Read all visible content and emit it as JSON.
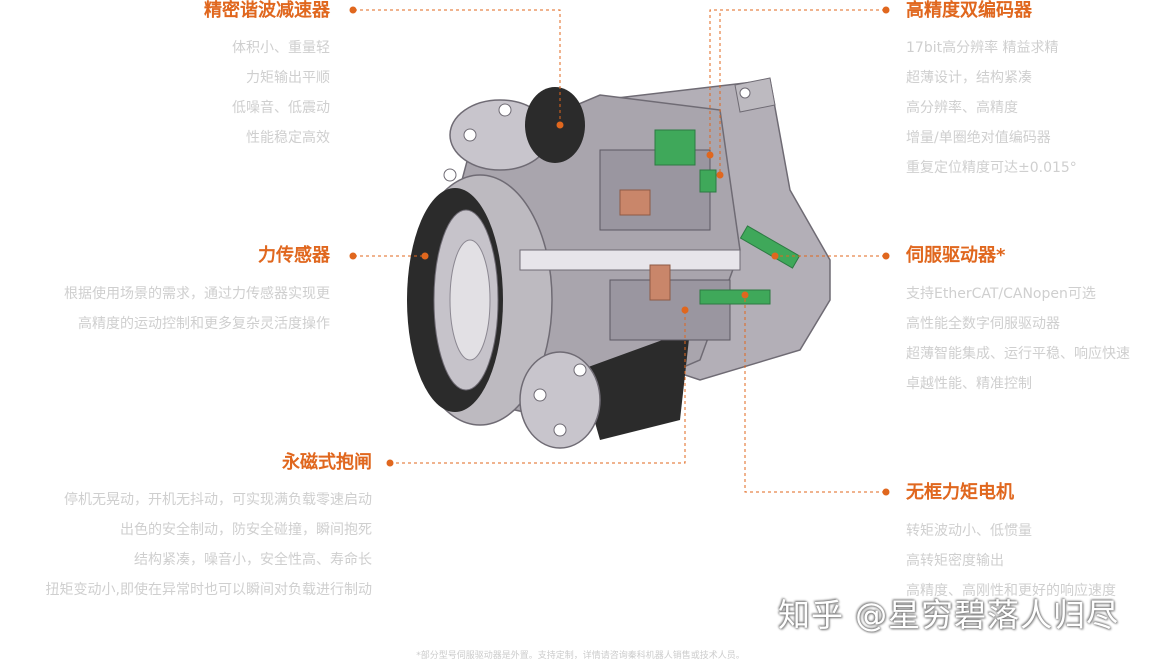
{
  "colors": {
    "accent": "#e0671e",
    "description_text": "#cfcfcf",
    "housing": "#a9a5ad",
    "housing_dark": "#6f6b74",
    "rubber_band": "#2b2b2b",
    "pcb_green": "#3fa85a",
    "copper": "#c9866a"
  },
  "harmonic_reducer": {
    "title": "精密谐波减速器",
    "lines": [
      "体积小、重量轻",
      "力矩输出平顺",
      "低噪音、低震动",
      "性能稳定高效"
    ]
  },
  "force_sensor": {
    "title": "力传感器",
    "lines": [
      "根据使用场景的需求，通过力传感器实现更",
      "高精度的运动控制和更多复杂灵活度操作"
    ]
  },
  "magnetic_brake": {
    "title": "永磁式抱闸",
    "lines": [
      "停机无晃动，开机无抖动，可实现满负载零速启动",
      "出色的安全制动，防安全碰撞，瞬间抱死",
      "结构紧凑，噪音小，安全性高、寿命长",
      "扭矩变动小,即使在异常时也可以瞬间对负载进行制动"
    ]
  },
  "dual_encoder": {
    "title": "高精度双编码器",
    "lines": [
      "17bit高分辨率 精益求精",
      "超薄设计，结构紧凑",
      "高分辨率、高精度",
      "增量/单圈绝对值编码器",
      "重复定位精度可达±0.015°"
    ]
  },
  "servo_driver": {
    "title": "伺服驱动器*",
    "lines": [
      "支持EtherCAT/CANopen可选",
      "高性能全数字伺服驱动器",
      "超薄智能集成、运行平稳、响应快速",
      "卓越性能、精准控制"
    ]
  },
  "frameless_motor": {
    "title": "无框力矩电机",
    "lines": [
      "转矩波动小、低惯量",
      "高转矩密度输出",
      "高精度、高刚性和更好的响应速度"
    ]
  },
  "footnote": "*部分型号伺服驱动器是外置。支持定制，详情请咨询秦科机器人销售或技术人员。",
  "watermark": "知乎 @星穷碧落人归尽"
}
